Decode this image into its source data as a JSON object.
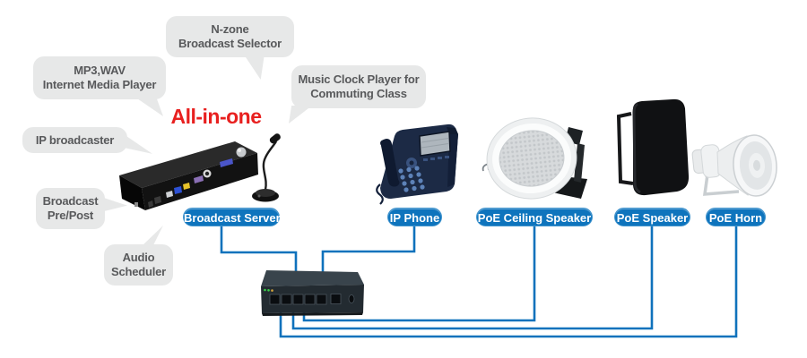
{
  "colors": {
    "accent_blue": "#0e74bd",
    "line_blue": "#0f72bc",
    "bubble_gray": "#e7e8e8",
    "bubble_text": "#58595b",
    "highlight_red": "#e8201f"
  },
  "highlight_label": "All-in-one",
  "callouts": [
    {
      "name": "n-zone-broadcast-selector",
      "lines": [
        "N-zone",
        "Broadcast Selector"
      ]
    },
    {
      "name": "internet-media-player",
      "lines": [
        "MP3,WAV",
        "Internet Media Player"
      ]
    },
    {
      "name": "music-clock-player",
      "lines": [
        "Music Clock Player for",
        "Commuting Class"
      ]
    },
    {
      "name": "ip-broadcaster",
      "lines": [
        "IP broadcaster"
      ]
    },
    {
      "name": "broadcast-pre-post",
      "lines": [
        "Broadcast",
        "Pre/Post"
      ]
    },
    {
      "name": "audio-scheduler",
      "lines": [
        "Audio",
        "Scheduler"
      ]
    }
  ],
  "device_labels": [
    {
      "name": "broadcast-server",
      "label": "Broadcast Server"
    },
    {
      "name": "ip-phone",
      "label": "IP Phone"
    },
    {
      "name": "poe-ceiling-speaker",
      "label": "PoE Ceiling Speaker"
    },
    {
      "name": "poe-speaker",
      "label": "PoE Speaker"
    },
    {
      "name": "poe-horn",
      "label": "PoE Horn"
    }
  ],
  "devices": [
    "broadcast-server",
    "gooseneck-microphone",
    "ip-phone",
    "poe-ceiling-speaker",
    "poe-speaker",
    "poe-horn",
    "poe-network-switch"
  ]
}
